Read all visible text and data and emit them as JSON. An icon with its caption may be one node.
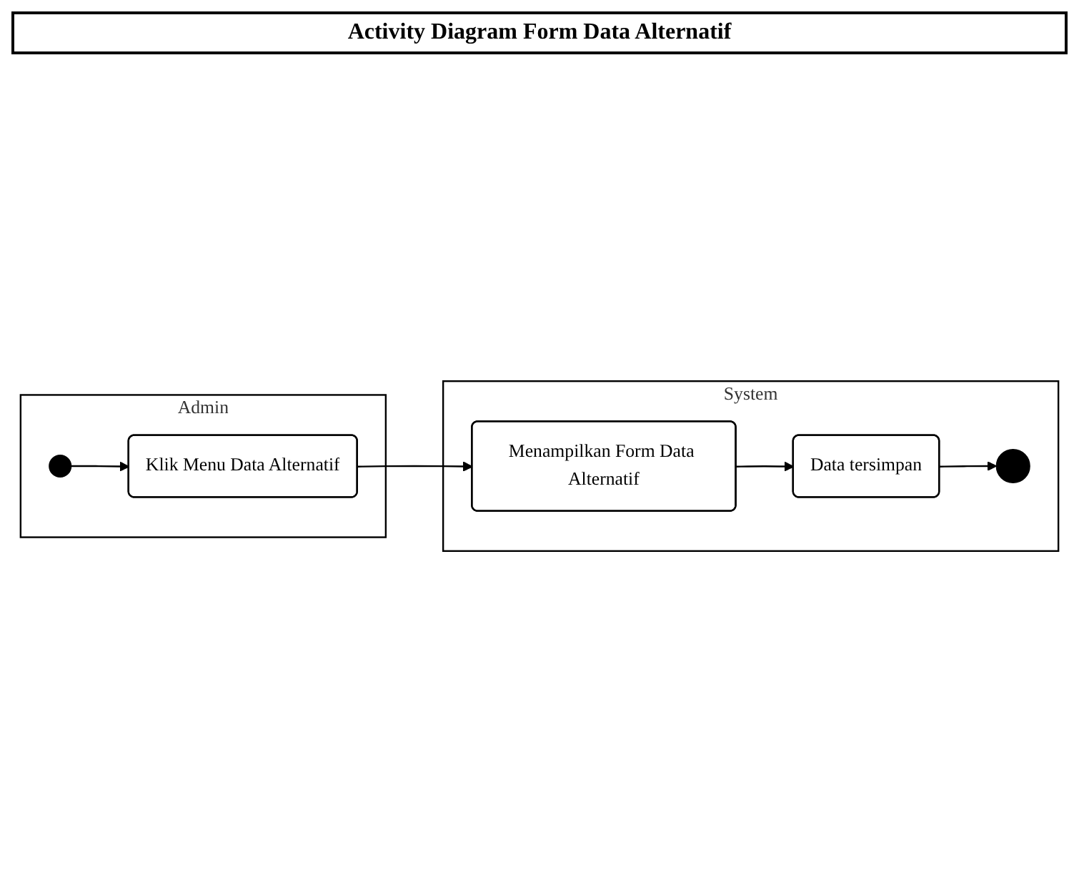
{
  "diagram": {
    "title": "Activity Diagram Form Data Alternatif",
    "nodes": [
      {
        "text": [
          "Admin"
        ]
      },
      {
        "text": [
          "System"
        ]
      },
      {
        "text": [],
        "shape": "circle",
        "in": 0
      },
      {
        "text": [
          "Klik Menu Data Alternatif"
        ],
        "in": 0
      },
      {
        "text": [
          "Menampilkan Form Data Alternatif"
        ],
        "in": 1
      },
      {
        "text": [
          "Data tersimpan"
        ],
        "in": 1
      },
      {
        "text": [],
        "shape": "circle",
        "in": 1
      }
    ],
    "edges": [
      {
        "from": 2,
        "to": 3,
        "arrow": "to"
      },
      {
        "from": 3,
        "to": 4,
        "arrow": "to"
      },
      {
        "from": 4,
        "to": 5,
        "arrow": "to"
      },
      {
        "from": 5,
        "to": 6,
        "arrow": "to"
      }
    ]
  }
}
